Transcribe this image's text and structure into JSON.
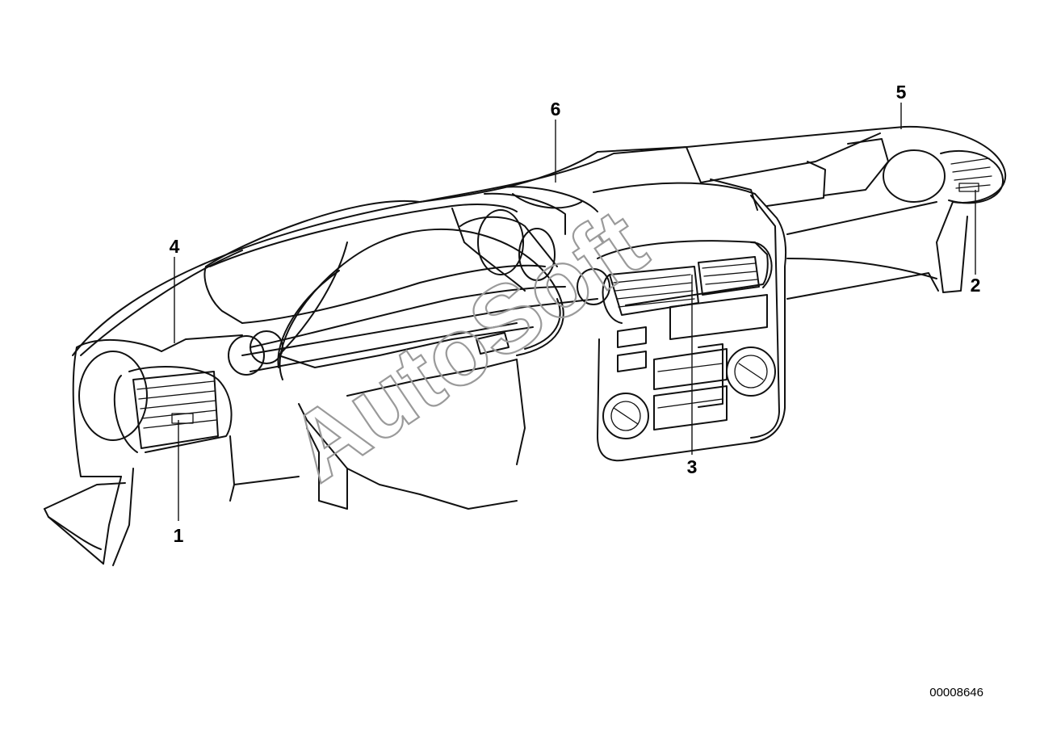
{
  "diagram": {
    "callouts": [
      "1",
      "2",
      "3",
      "4",
      "5",
      "6"
    ],
    "reference_number": "00008646",
    "watermark": "AutoSoft"
  }
}
